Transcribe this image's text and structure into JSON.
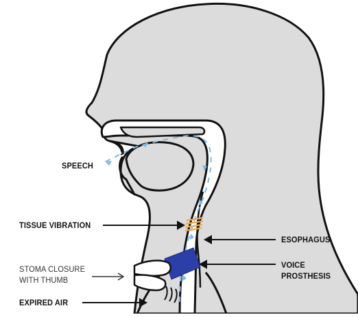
{
  "labels": {
    "speech": "SPEECH",
    "tissue_vibration": "TISSUE VIBRATION",
    "esophagus": "ESOPHAGUS",
    "voice_prosthesis_line1": "VOICE",
    "voice_prosthesis_line2": "PROSTHESIS",
    "stoma_closure_line1": "STOMA CLOSURE",
    "stoma_closure_line2": "WITH THUMB",
    "expired_air": "EXPIRED AIR"
  },
  "colors": {
    "head_fill": "#dcdcdc",
    "outline": "#111111",
    "airflow": "#7fb8e6",
    "prosthesis": "#2c3fa8",
    "vibration": "#f0a94a"
  }
}
